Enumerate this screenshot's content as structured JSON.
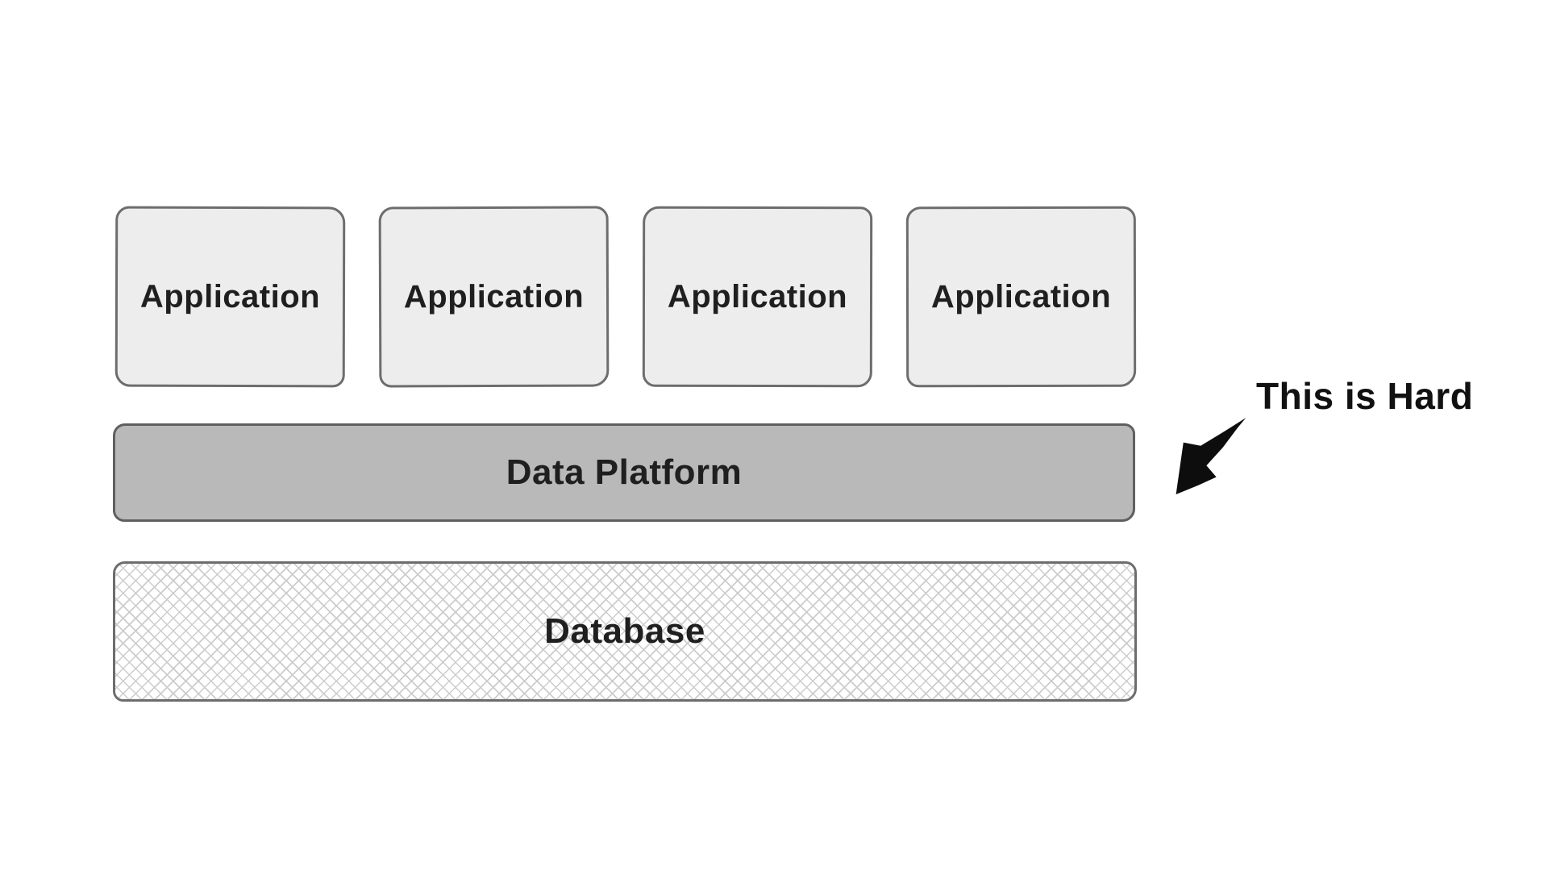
{
  "colors": {
    "background": "#ffffff",
    "box-fill": "#ededed",
    "box-border": "#6d6d6d",
    "platform-fill": "#b9b9b9",
    "platform-border": "#5f5f5f",
    "hatch-line": "#cccccc",
    "text": "#1f1f1f",
    "arrow": "#0d0d0d"
  },
  "layers": {
    "applications": [
      {
        "label": "Application"
      },
      {
        "label": "Application"
      },
      {
        "label": "Application"
      },
      {
        "label": "Application"
      }
    ],
    "platform": {
      "label": "Data Platform"
    },
    "database": {
      "label": "Database"
    }
  },
  "annotation": {
    "label": "This is Hard"
  }
}
